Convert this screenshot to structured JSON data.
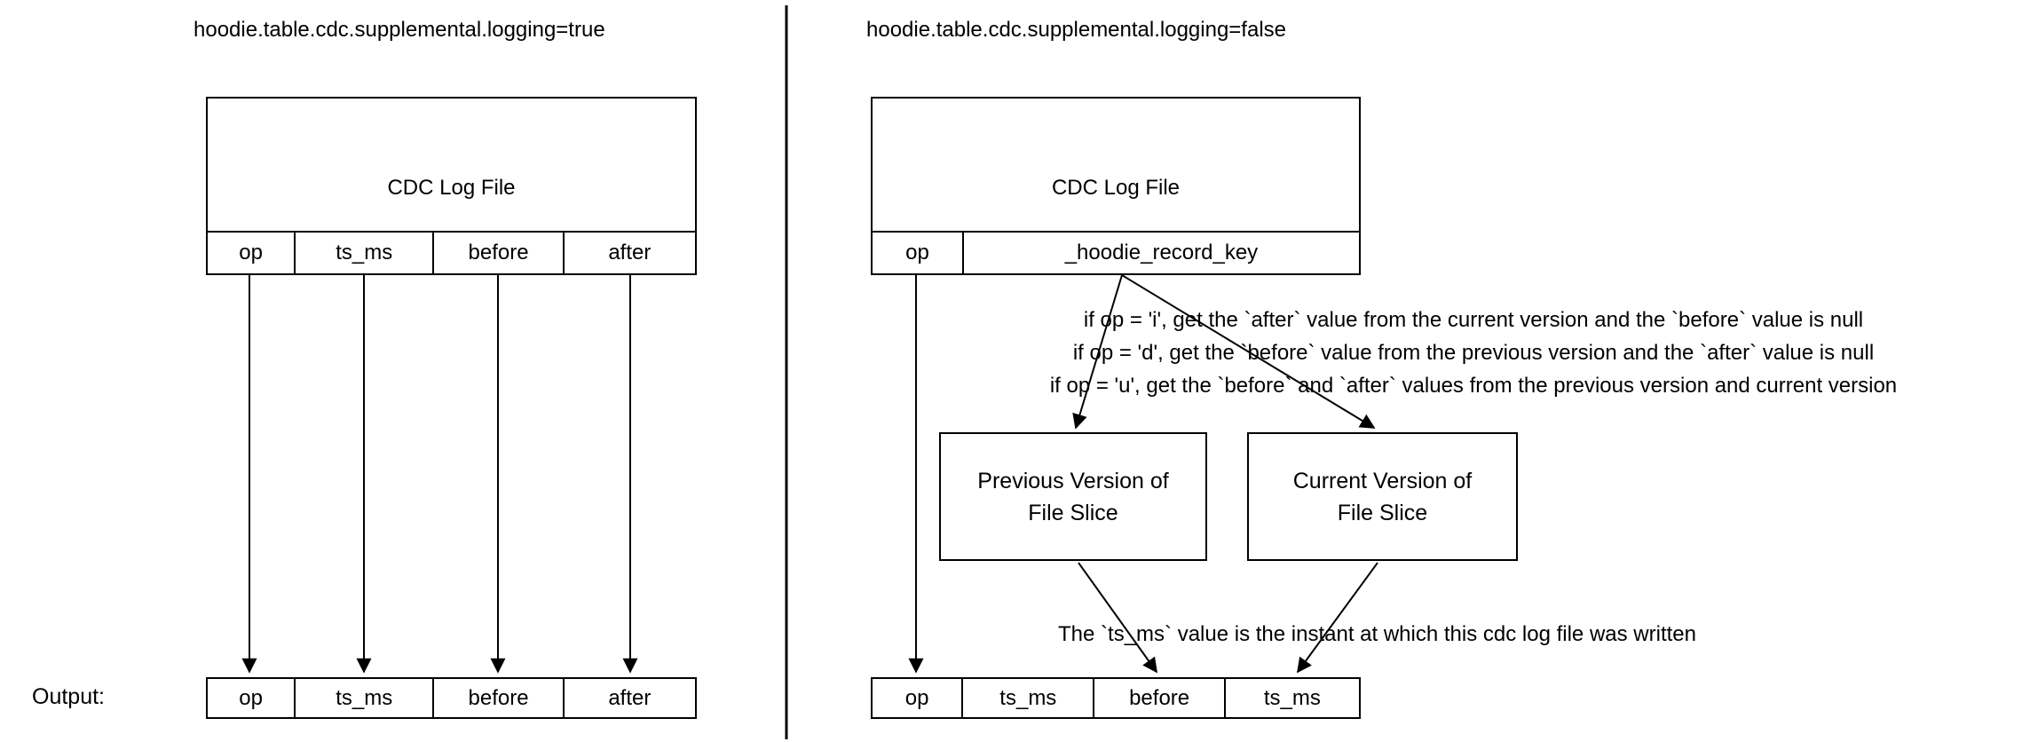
{
  "left_panel": {
    "title": "hoodie.table.cdc.supplemental.logging=true",
    "cdc_log_file": {
      "title": "CDC Log File",
      "columns": [
        "op",
        "ts_ms",
        "before",
        "after"
      ]
    },
    "output_label": "Output:",
    "output_columns": [
      "op",
      "ts_ms",
      "before",
      "after"
    ]
  },
  "right_panel": {
    "title": "hoodie.table.cdc.supplemental.logging=false",
    "cdc_log_file": {
      "title": "CDC Log File",
      "columns": [
        "op",
        "_hoodie_record_key"
      ]
    },
    "op_rules": [
      "if op = 'i', get the `after` value from the current version and the `before` value is null",
      "if op = 'd', get the `before` value from the previous version  and the `after` value is null",
      "if op = 'u', get the `before` and `after` values from the previous version and current version"
    ],
    "previous_box": {
      "line1": "Previous Version of",
      "line2": "File Slice"
    },
    "current_box": {
      "line1": "Current Version of",
      "line2": "File Slice"
    },
    "ts_note": "The `ts_ms` value is the instant at which this cdc log file was written",
    "output_columns": [
      "op",
      "ts_ms",
      "before",
      "ts_ms"
    ]
  },
  "colors": {
    "line": "#000000",
    "background": "#ffffff"
  }
}
